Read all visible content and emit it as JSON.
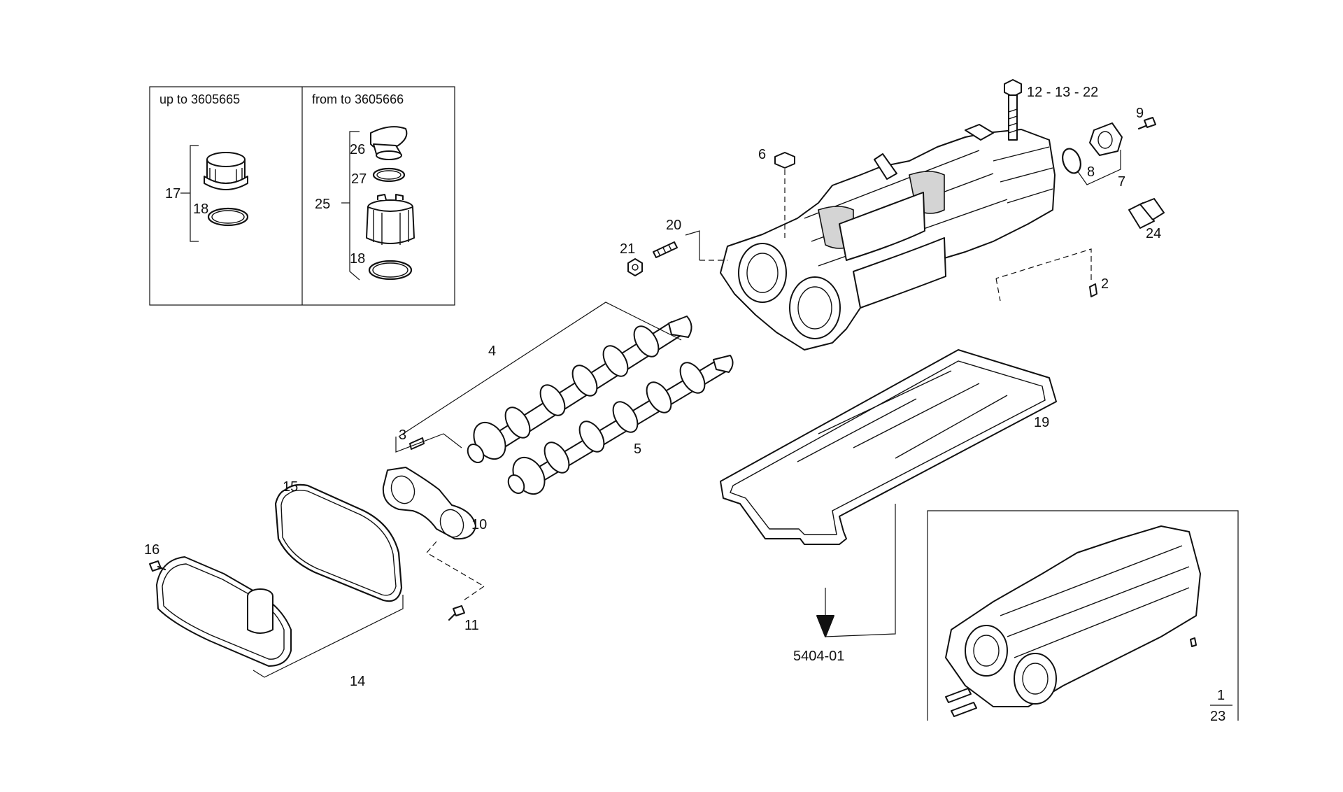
{
  "inset_left": {
    "header_a": "up to 3605665",
    "header_b": "from to 3605666"
  },
  "labels": {
    "l1": "1",
    "l2": "2",
    "l3": "3",
    "l4": "4",
    "l5": "5",
    "l6": "6",
    "l7": "7",
    "l8": "8",
    "l9": "9",
    "l10": "10",
    "l11": "11",
    "l12_13_22": "12 - 13 - 22",
    "l14": "14",
    "l15": "15",
    "l16": "16",
    "l17": "17",
    "l18a": "18",
    "l18b": "18",
    "l19": "19",
    "l20": "20",
    "l21": "21",
    "l23": "23",
    "l24": "24",
    "l25": "25",
    "l26": "26",
    "l27": "27"
  },
  "reference": "5404-01"
}
